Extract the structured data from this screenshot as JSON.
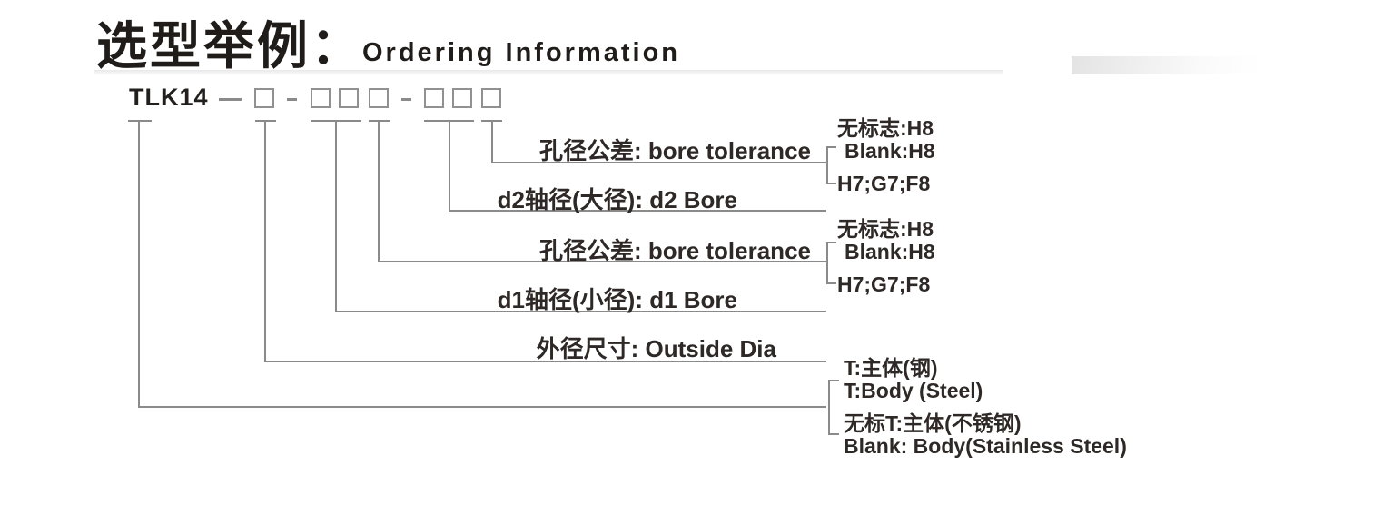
{
  "title": {
    "zh": "选型举例：",
    "en": "Ordering Information"
  },
  "code": {
    "series": "TLK14",
    "box_groups": [
      1,
      3,
      3
    ]
  },
  "callouts": [
    {
      "id": "d2-bore-tolerance",
      "label": "孔径公差: bore tolerance"
    },
    {
      "id": "d2-bore",
      "label": "d2轴径(大径): d2 Bore"
    },
    {
      "id": "d1-bore-tolerance",
      "label": "孔径公差: bore tolerance"
    },
    {
      "id": "d1-bore",
      "label": "d1轴径(小径): d1 Bore"
    },
    {
      "id": "outside-dia",
      "label": "外径尺寸: Outside Dia"
    }
  ],
  "options": {
    "d2_bore_tolerance": [
      "无标志:H8",
      "Blank:H8",
      "H7;G7;F8"
    ],
    "d1_bore_tolerance": [
      "无标志:H8",
      "Blank:H8",
      "H7;G7;F8"
    ],
    "body_material": [
      "T:主体(钢)",
      "T:Body (Steel)",
      "无标T:主体(不锈钢)",
      "Blank: Body(Stainless Steel)"
    ]
  },
  "colors": {
    "text": "#2b2724",
    "line": "#8a8a8a"
  }
}
